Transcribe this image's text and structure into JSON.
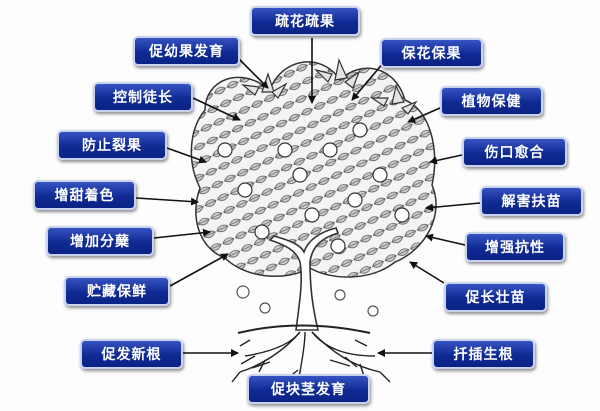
{
  "labels": {
    "top": "疏花疏果",
    "promote_fruit": "促幼果发育",
    "protect": "保花保果",
    "control_growth": "控制徒长",
    "plant_health": "植物保健",
    "prevent_crack": "防止裂果",
    "wound_heal": "伤口愈合",
    "sweet_color": "增甜着色",
    "detox": "解害扶苗",
    "tillering": "增加分蘖",
    "resistance": "增强抗性",
    "storage": "贮藏保鲜",
    "seedling": "促长壮苗",
    "new_root": "促发新根",
    "cutting_root": "扦插生根",
    "tuber": "促块茎发育"
  },
  "colors": {
    "label_bg": "#0f2a93",
    "label_border": "#c9d3f0",
    "label_text": "#ffffff",
    "arrow": "#111111",
    "tree_line": "#333333"
  }
}
